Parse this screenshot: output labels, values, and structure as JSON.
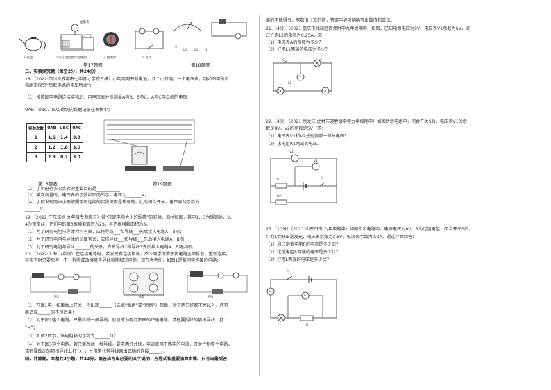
{
  "figures": {
    "fig17_caption": "第17题图",
    "fig18_caption": "第18题图",
    "fig17_labels": [
      "a 茶壶",
      "b 汽车油量显示电路图",
      "c 指南针",
      "d 设计"
    ],
    "fig17_part_labels": [
      "油量表",
      "R",
      "R'"
    ],
    "fig18_labels": [
      "S",
      "L1",
      "L2",
      "V"
    ],
    "table_caption": "第18题表",
    "fig19_caption": "第19题图",
    "fig20_labels": [
      "图1",
      "图2",
      "图3"
    ]
  },
  "section3": {
    "heading": "三、实验探究题（每空2分，共24分）",
    "q18": [
      "18.（2022·四川省成都市七中育才学校三模）小明用两节新电池，几个小灯泡，一个电压表，用如图甲所示",
      "电路来探究“串联电路的电压特点”：",
      "（1）按照图甲电路连接实物后，用电压表分别测量A与B、B与C、A与C两点间的电压",
      "UAB、UBC、UAC得到的数据记录在表格中；",
      "（2）小明进行多次实验的主要目的是___________；",
      "（3）某次测量时，电压表的示数如图丙所示，电压为_______V；",
      "（4）小明发现同桌小雨按照甲图连接的实物图丙是错误的，此时闭合开关，电压表的示数为",
      "_______V。"
    ],
    "table": {
      "headers": [
        "实验次数",
        "UAB",
        "UBC",
        "UAC"
      ],
      "rows": [
        [
          "1",
          "1.6",
          "1.4",
          "3.0"
        ],
        [
          "2",
          "1.2",
          "1.8",
          "3.0"
        ],
        [
          "3",
          "2.3",
          "0.7",
          "3.0"
        ]
      ]
    },
    "q19": [
      "19.（2022·广东深圳·九年级专题练习）做“决定电阻大小的因素”的实验，器材如图，其中1、3为锰铜丝，2、",
      "4为镍铬丝，它们中的第3根横截面积为2S，其它根横截面积为S。",
      "（1）为了研究电阻与导体材料有关，应将导线___和导线___先后接入电路A、B间；",
      "（2）为了研究电阻与导体的长度有关，应将导线___和导线___先后接入电路A、B间；",
      "（3）为了研究电阻与导体_______的关系，应将导线1和导线3先后接入电路A、B两点间。"
    ],
    "q20": [
      "20.（2022·上海·九年级）在连接电路时，若发现有连接错误，不少同学习惯于将电路全部拆散，重新连接，",
      "其实有时只要思考一下，拆除或改接某些导线就能解决问题。现在考考你，如图1是某同学连接的电路：",
      "（1）在图1中，如果合上开关，将出现______（选填“断路”或“短路”）现象，除了两只灯都不亮以外，还可",
      "能造成______的不良后果；",
      "（2）对于图1这个电路，只需拆除一根导线，就能成为两灯串联的正确电路。请在要拆除的那根导线上打上",
      "“×”；",
      "（3）如图2所示，该电阻箱的示数为_______Ω；",
      "（4）对于图3这个电路，若只能改动一根导线，要求两灯并联，电流表测干路中的电流，开关控制整个电路，",
      "请在要改动的那根导线上打“×”，并用笔代替导线画出正确的连接______。"
    ],
    "section4": "四、计算题。本题共3小题，共22分。解答应写出必要的文字说明、方程式和重要演算步骤。只写出最后答"
  },
  "section4_right": {
    "continuation": "案的不能得分。有数值计算的题，答案中必须明确写出数值和单位。",
    "q21": [
      "21.（4分）（2021·重庆市北碚区西师附中九年级期中）如图，已知电源电压为9V，电压表V1示数为6V，流",
      "过灯泡L2的电流为0.25A，求：",
      "（1）电流表A的示数为多少？",
      "（2）灯泡L1两端的电压为多少？"
    ],
    "q21_labels": [
      "S",
      "L1",
      "V",
      "L2",
      "A"
    ],
    "q22": [
      "22.（4分）（2021·黑龙江·虎林市迎春镇中学九年级期中）如图所示电路中，闭合开关S后，电压表V1的示",
      "数是8V，V2的示数是5V，求：",
      "（1）电压表V1和V2分别测哪一部分电压？",
      "（2）求电阻R1两端的电压。"
    ],
    "q22_labels": [
      "V2",
      "V1",
      "R1",
      "S",
      "R2"
    ],
    "q23": [
      "23.（10分）（2021·山东济南·九年级期中）如图所示电路中，电源电压为6V，R为定值电阻，闭合开关S后，",
      "灯泡L恰好正常发光，电压表示数为3.5V，电流表示数为0.3A。通过计算回答：",
      "（1）通过定值电阻R的电流是多少安？",
      "（2）定值电阻R两端的电压是多少伏？",
      "（3）灯泡L两端的电压是多少伏？"
    ],
    "q23_labels": [
      "S",
      "A",
      "V",
      "L",
      "R"
    ]
  }
}
